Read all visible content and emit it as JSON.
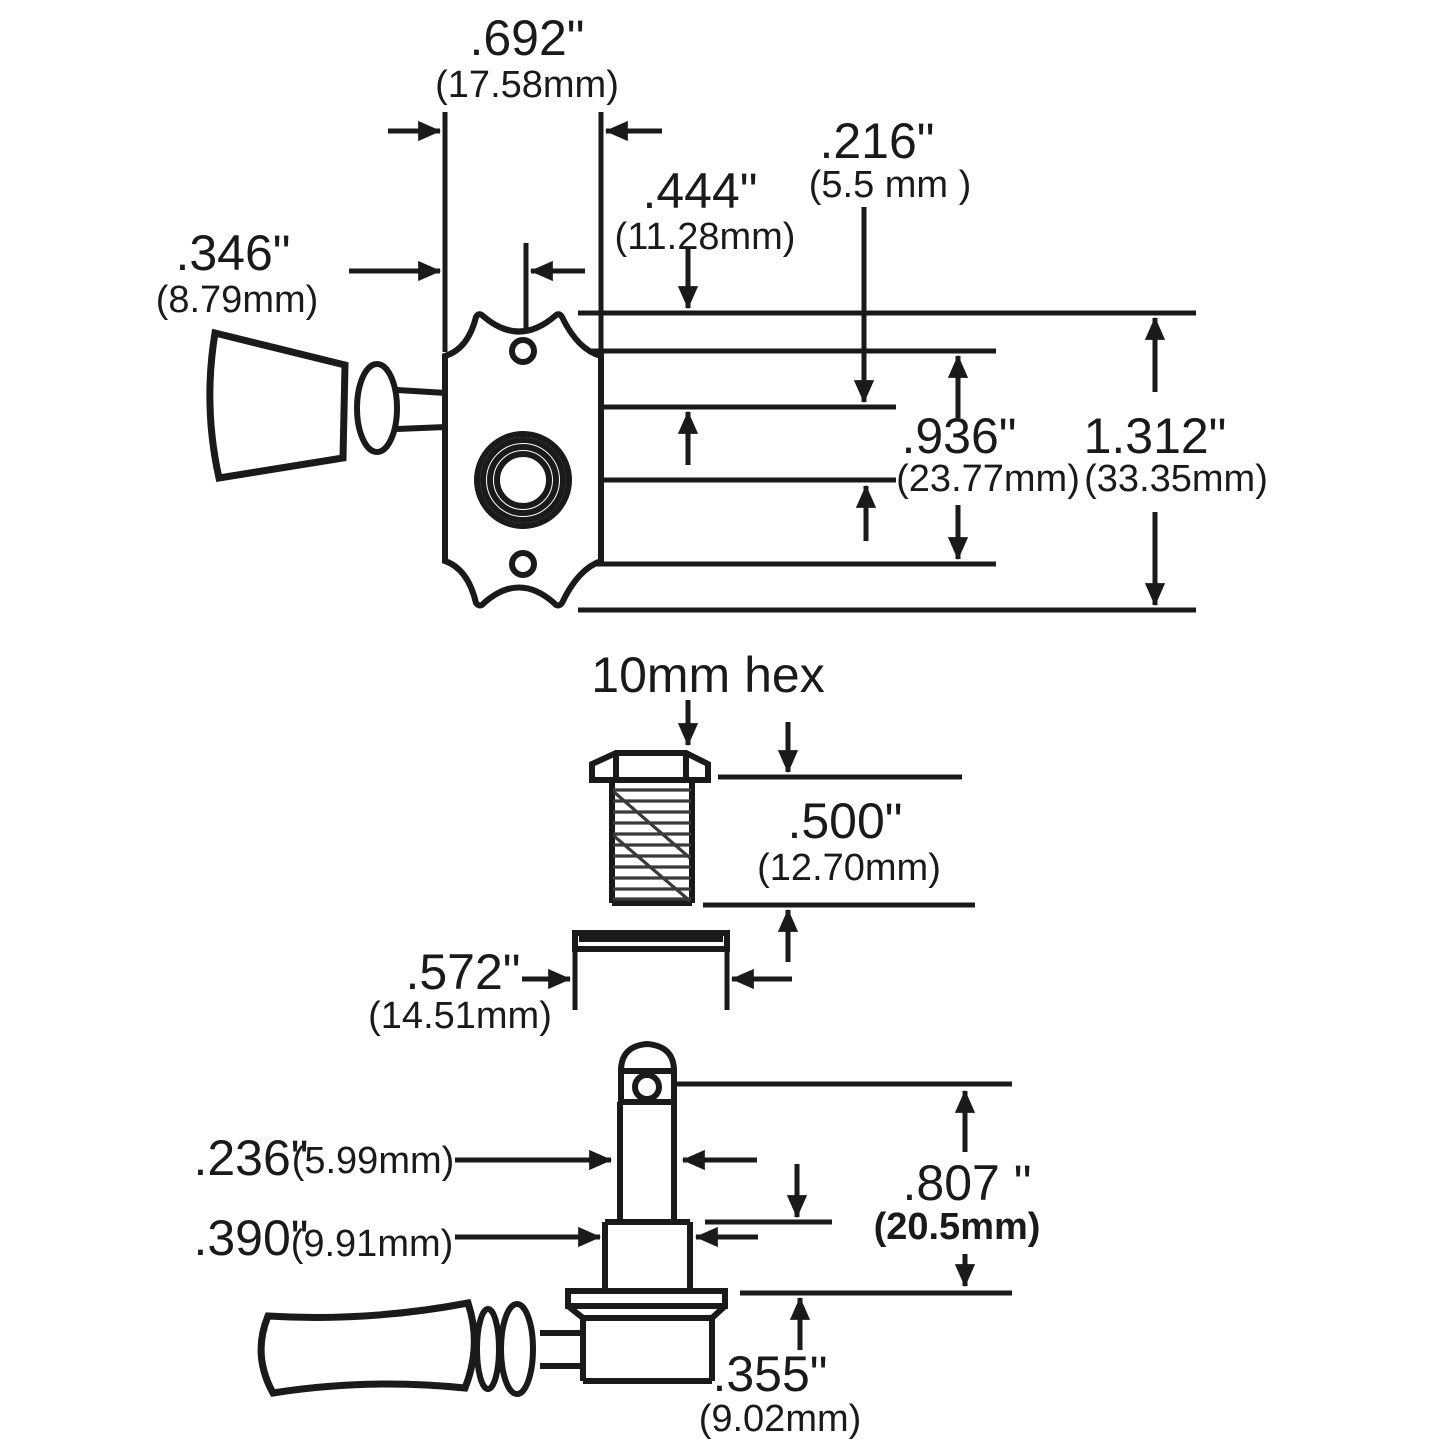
{
  "figure": {
    "kind": "guitar tuning machine dimension drawing",
    "views": [
      "back-plate view with button",
      "threaded hex bushing with washer",
      "side view with string post"
    ]
  },
  "dims": {
    "d692": {
      "in": ".692\"",
      "mm": "(17.58mm)"
    },
    "d346": {
      "in": ".346\"",
      "mm": "(8.79mm)"
    },
    "d444": {
      "in": ".444\"",
      "mm": "(11.28mm)"
    },
    "d216": {
      "in": ".216\"",
      "mm": "(5.5 mm )"
    },
    "d936": {
      "in": ".936\"",
      "mm": "(23.77mm)"
    },
    "d1312": {
      "in": "1.312\"",
      "mm": "(33.35mm)"
    },
    "hex": {
      "label": "10mm hex"
    },
    "d500": {
      "in": ".500\"",
      "mm": "(12.70mm)"
    },
    "d572": {
      "in": ".572\"",
      "mm": "(14.51mm)"
    },
    "d236": {
      "in": ".236\"",
      "mm": "(5.99mm)"
    },
    "d390": {
      "in": ".390\"",
      "mm": "(9.91mm)"
    },
    "d807": {
      "in": ".807 \"",
      "mm": "(20.5mm)"
    },
    "d355": {
      "in": ".355\"",
      "mm": "(9.02mm)"
    }
  },
  "colors": {
    "ink": "#1a1a1a",
    "paper": "#ffffff"
  }
}
